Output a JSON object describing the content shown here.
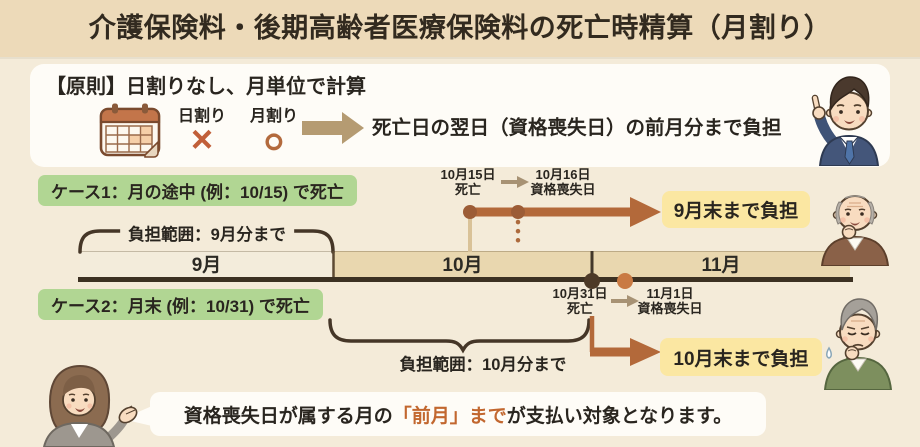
{
  "title": "介護保険料・後期高齢者医療保険料の死亡時精算（月割り）",
  "principle": {
    "heading": "【原則】日割りなし、月単位で計算",
    "daily_label": "日割り",
    "daily_mark": "×",
    "monthly_label": "月割り",
    "monthly_mark": "○",
    "result_text": "死亡日の翌日（資格喪失日）の前月分まで負担"
  },
  "case1": {
    "badge": "ケース1：月の途中 (例：10/15) で死亡",
    "death_date": "10月15日",
    "death_label": "死亡",
    "loss_date": "10月16日",
    "loss_label": "資格喪失日",
    "range_label": "負担範囲：9月分まで",
    "result_badge": "9月末まで負担"
  },
  "case2": {
    "badge": "ケース2：月末 (例：10/31) で死亡",
    "death_date": "10月31日",
    "death_label": "死亡",
    "loss_date": "11月1日",
    "loss_label": "資格喪失日",
    "range_label": "負担範囲：10月分まで",
    "result_badge": "10月末まで負担"
  },
  "timeline": {
    "months": [
      "9月",
      "10月",
      "11月"
    ]
  },
  "footer": {
    "bubble_prefix": "資格喪失日が属する月の",
    "bubble_highlight": "「前月」まで",
    "bubble_suffix": "が支払い対象となります。"
  },
  "icons": {
    "calendar": "calendar-icon",
    "principle_arrow": "right-arrow-icon",
    "label_arrow": "right-arrow-icon"
  },
  "illustrations": {
    "principle": "man-in-suit-pointing",
    "case1": "elderly-man-smiling",
    "case2": "elderly-man-worried",
    "footer": "woman-presenting"
  },
  "colors": {
    "page_bg": "#f4ebd9",
    "band_bg": "#eddab9",
    "panel_bg": "#fefcf7",
    "green_badge": "#b1d693",
    "yellow_badge": "#fbe7a2",
    "accent_brown": "#b3693a",
    "dark_line": "#3c3122",
    "bar_light": "#f3ecdb",
    "bar_tan": "#e9d7af",
    "highlight_orange": "#c2672f",
    "mark_red": "#c15f39",
    "mark_brown": "#b36a3d"
  }
}
